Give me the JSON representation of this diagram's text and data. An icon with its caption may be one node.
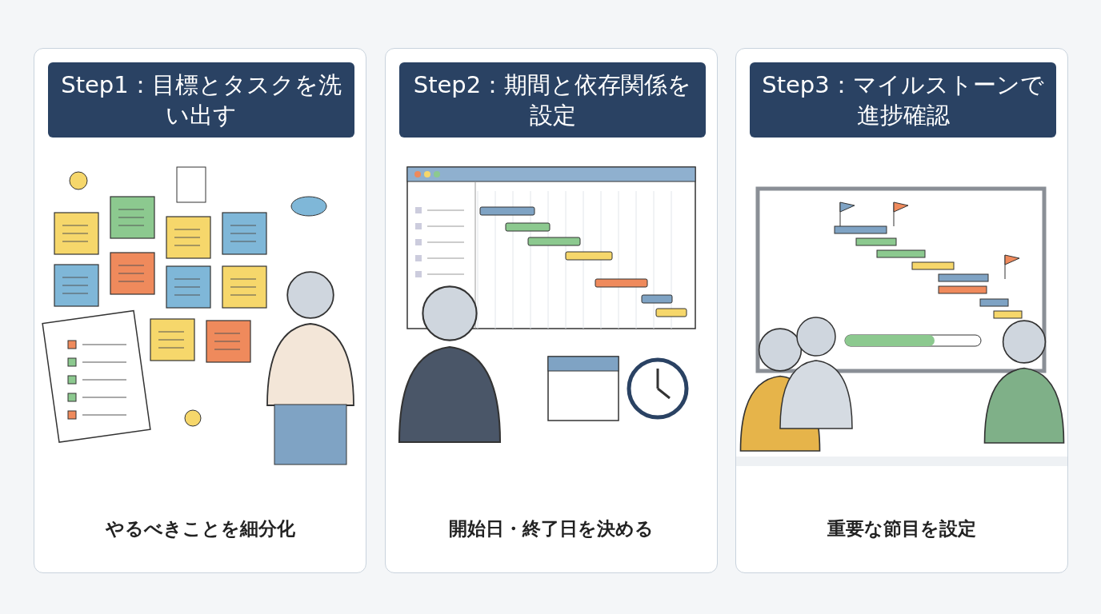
{
  "diagram": {
    "nodes": [
      {
        "text": [
          "やるべきことを細分化"
        ]
      },
      {
        "text": [
          "Step1：目標とタスクを洗い出す"
        ],
        "in": 0
      },
      {
        "text": [
          "開始日・終了日を決める"
        ]
      },
      {
        "text": [
          "Step2：期間と依存関係を設定"
        ],
        "in": 2
      },
      {
        "text": [
          "重要な節目を設定"
        ]
      },
      {
        "text": [
          "Step3：マイルストーンで進捗確認"
        ],
        "in": 4
      }
    ]
  }
}
